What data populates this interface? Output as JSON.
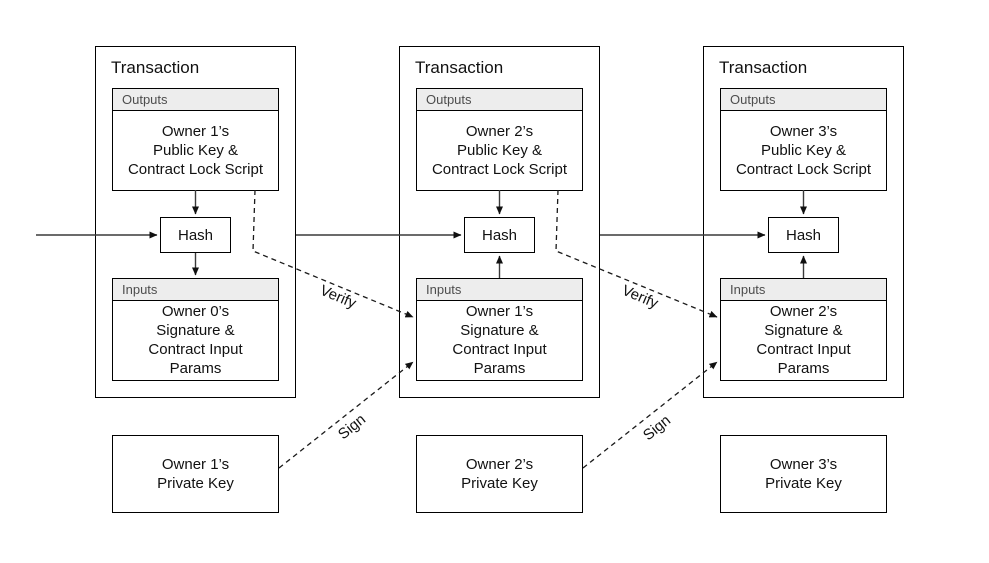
{
  "transactions": [
    {
      "title": "Transaction",
      "outputs": {
        "header": "Outputs",
        "body": "Owner 1’s\nPublic Key &\nContract Lock Script"
      },
      "hash": "Hash",
      "inputs": {
        "header": "Inputs",
        "body": "Owner 0’s\nSignature &\nContract Input\nParams"
      },
      "private_key": "Owner 1’s\nPrivate Key"
    },
    {
      "title": "Transaction",
      "outputs": {
        "header": "Outputs",
        "body": "Owner 2’s\nPublic Key &\nContract Lock Script"
      },
      "hash": "Hash",
      "inputs": {
        "header": "Inputs",
        "body": "Owner 1’s\nSignature &\nContract Input\nParams"
      },
      "private_key": "Owner 2’s\nPrivate Key"
    },
    {
      "title": "Transaction",
      "outputs": {
        "header": "Outputs",
        "body": "Owner 3’s\nPublic Key &\nContract Lock Script"
      },
      "hash": "Hash",
      "inputs": {
        "header": "Inputs",
        "body": "Owner 2’s\nSignature &\nContract Input\nParams"
      },
      "private_key": "Owner 3’s\nPrivate Key"
    }
  ],
  "edge_labels": {
    "verify": "Verify",
    "sign": "Sign"
  },
  "colors": {
    "header_bg": "#ededed",
    "header_text": "#4d4d4d",
    "border": "#000000",
    "arrow_line": "#3a3a3a",
    "dashed_line": "#1a1a1a",
    "background": "#ffffff"
  }
}
